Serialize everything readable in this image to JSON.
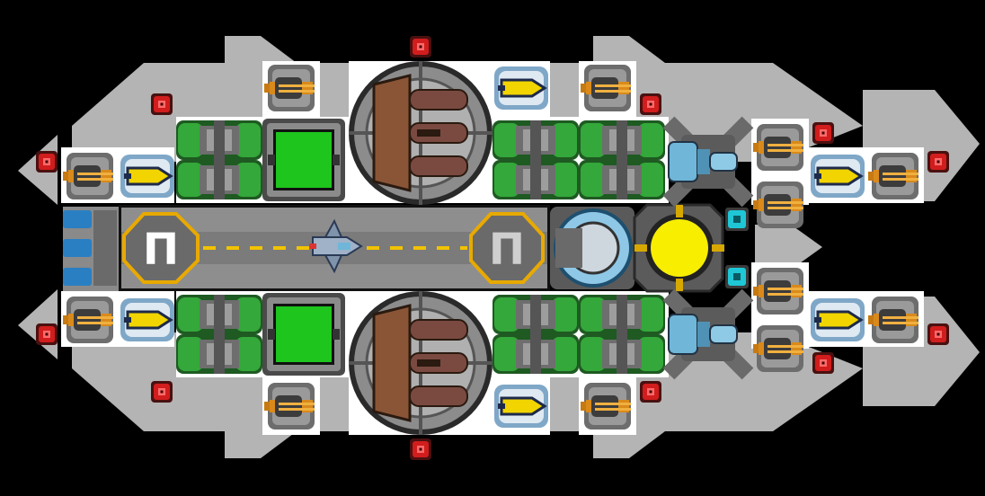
{
  "scene": {
    "kind": "ship-builder-top-down",
    "background_color": "#000000",
    "hull_color": "#ffffff",
    "chevron_color": "#b4b4b4"
  },
  "hangar": {
    "left_pad_label": "Π",
    "right_pad_label": "Π",
    "pad_ring_color": "#e8a900",
    "runway_stripe_color": "#f2c200"
  },
  "modules": {
    "red_node": {
      "icon": "red-node-icon",
      "color": "#cc1a1a"
    },
    "cyan_node": {
      "icon": "cyan-node-icon",
      "color": "#1fc7d6"
    },
    "orange_cannon": {
      "icon": "orange-cannon-icon",
      "color": "#d98a1a"
    },
    "yellow_missile": {
      "icon": "yellow-missile-icon",
      "color": "#f1d400"
    },
    "green_tanks": {
      "icon": "green-tank-icon",
      "color": "#34a83a"
    },
    "green_panel": {
      "icon": "green-panel-icon",
      "color": "#1dc51d"
    },
    "turret_dome": {
      "icon": "turret-dome-icon",
      "color": "#8a5536"
    },
    "blue_engine": {
      "icon": "blue-engine-icon",
      "color": "#6fb6d9"
    },
    "reactor_core": {
      "icon": "reactor-core-icon",
      "color": "#f7ee00"
    },
    "shield_dome": {
      "icon": "shield-dome-icon",
      "color": "#8fc8e6"
    },
    "fighter": {
      "icon": "fighter-icon",
      "color": "#9fb2c8"
    }
  }
}
